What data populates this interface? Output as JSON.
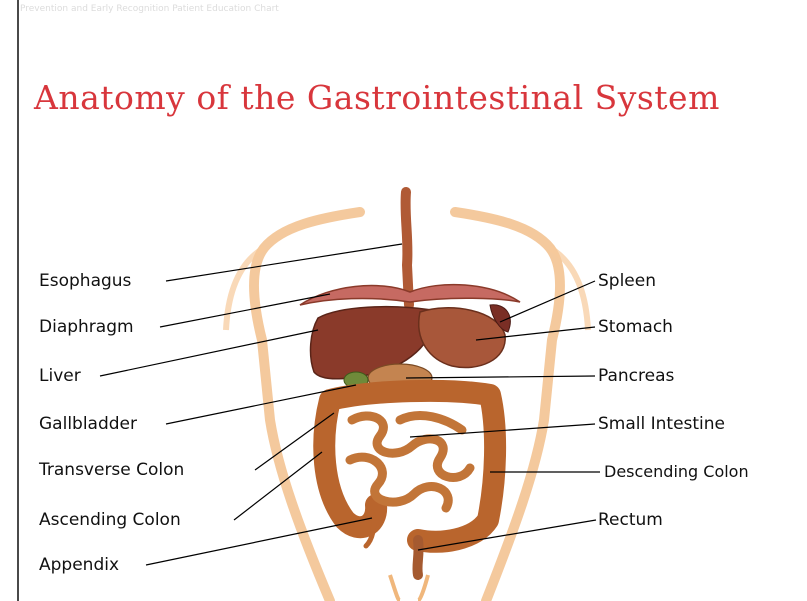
{
  "header_note": "Prevention and Early Recognition Patient Education Chart",
  "title": "Anatomy of the Gastrointestinal System",
  "labels_left": [
    "Esophagus",
    "Diaphragm",
    "Liver",
    "Gallbladder",
    "Transverse Colon",
    "Ascending Colon",
    "Appendix"
  ],
  "labels_right": [
    "Spleen",
    "Stomach",
    "Pancreas",
    "Small Intestine",
    "Descending Colon",
    "Rectum"
  ],
  "colors": {
    "title": "#d8363c",
    "skin": "#f6c99a",
    "liver": "#8a3a2a",
    "stomach": "#a8573a",
    "intestine": "#b9652d",
    "diaphragm": "#c66a62"
  }
}
